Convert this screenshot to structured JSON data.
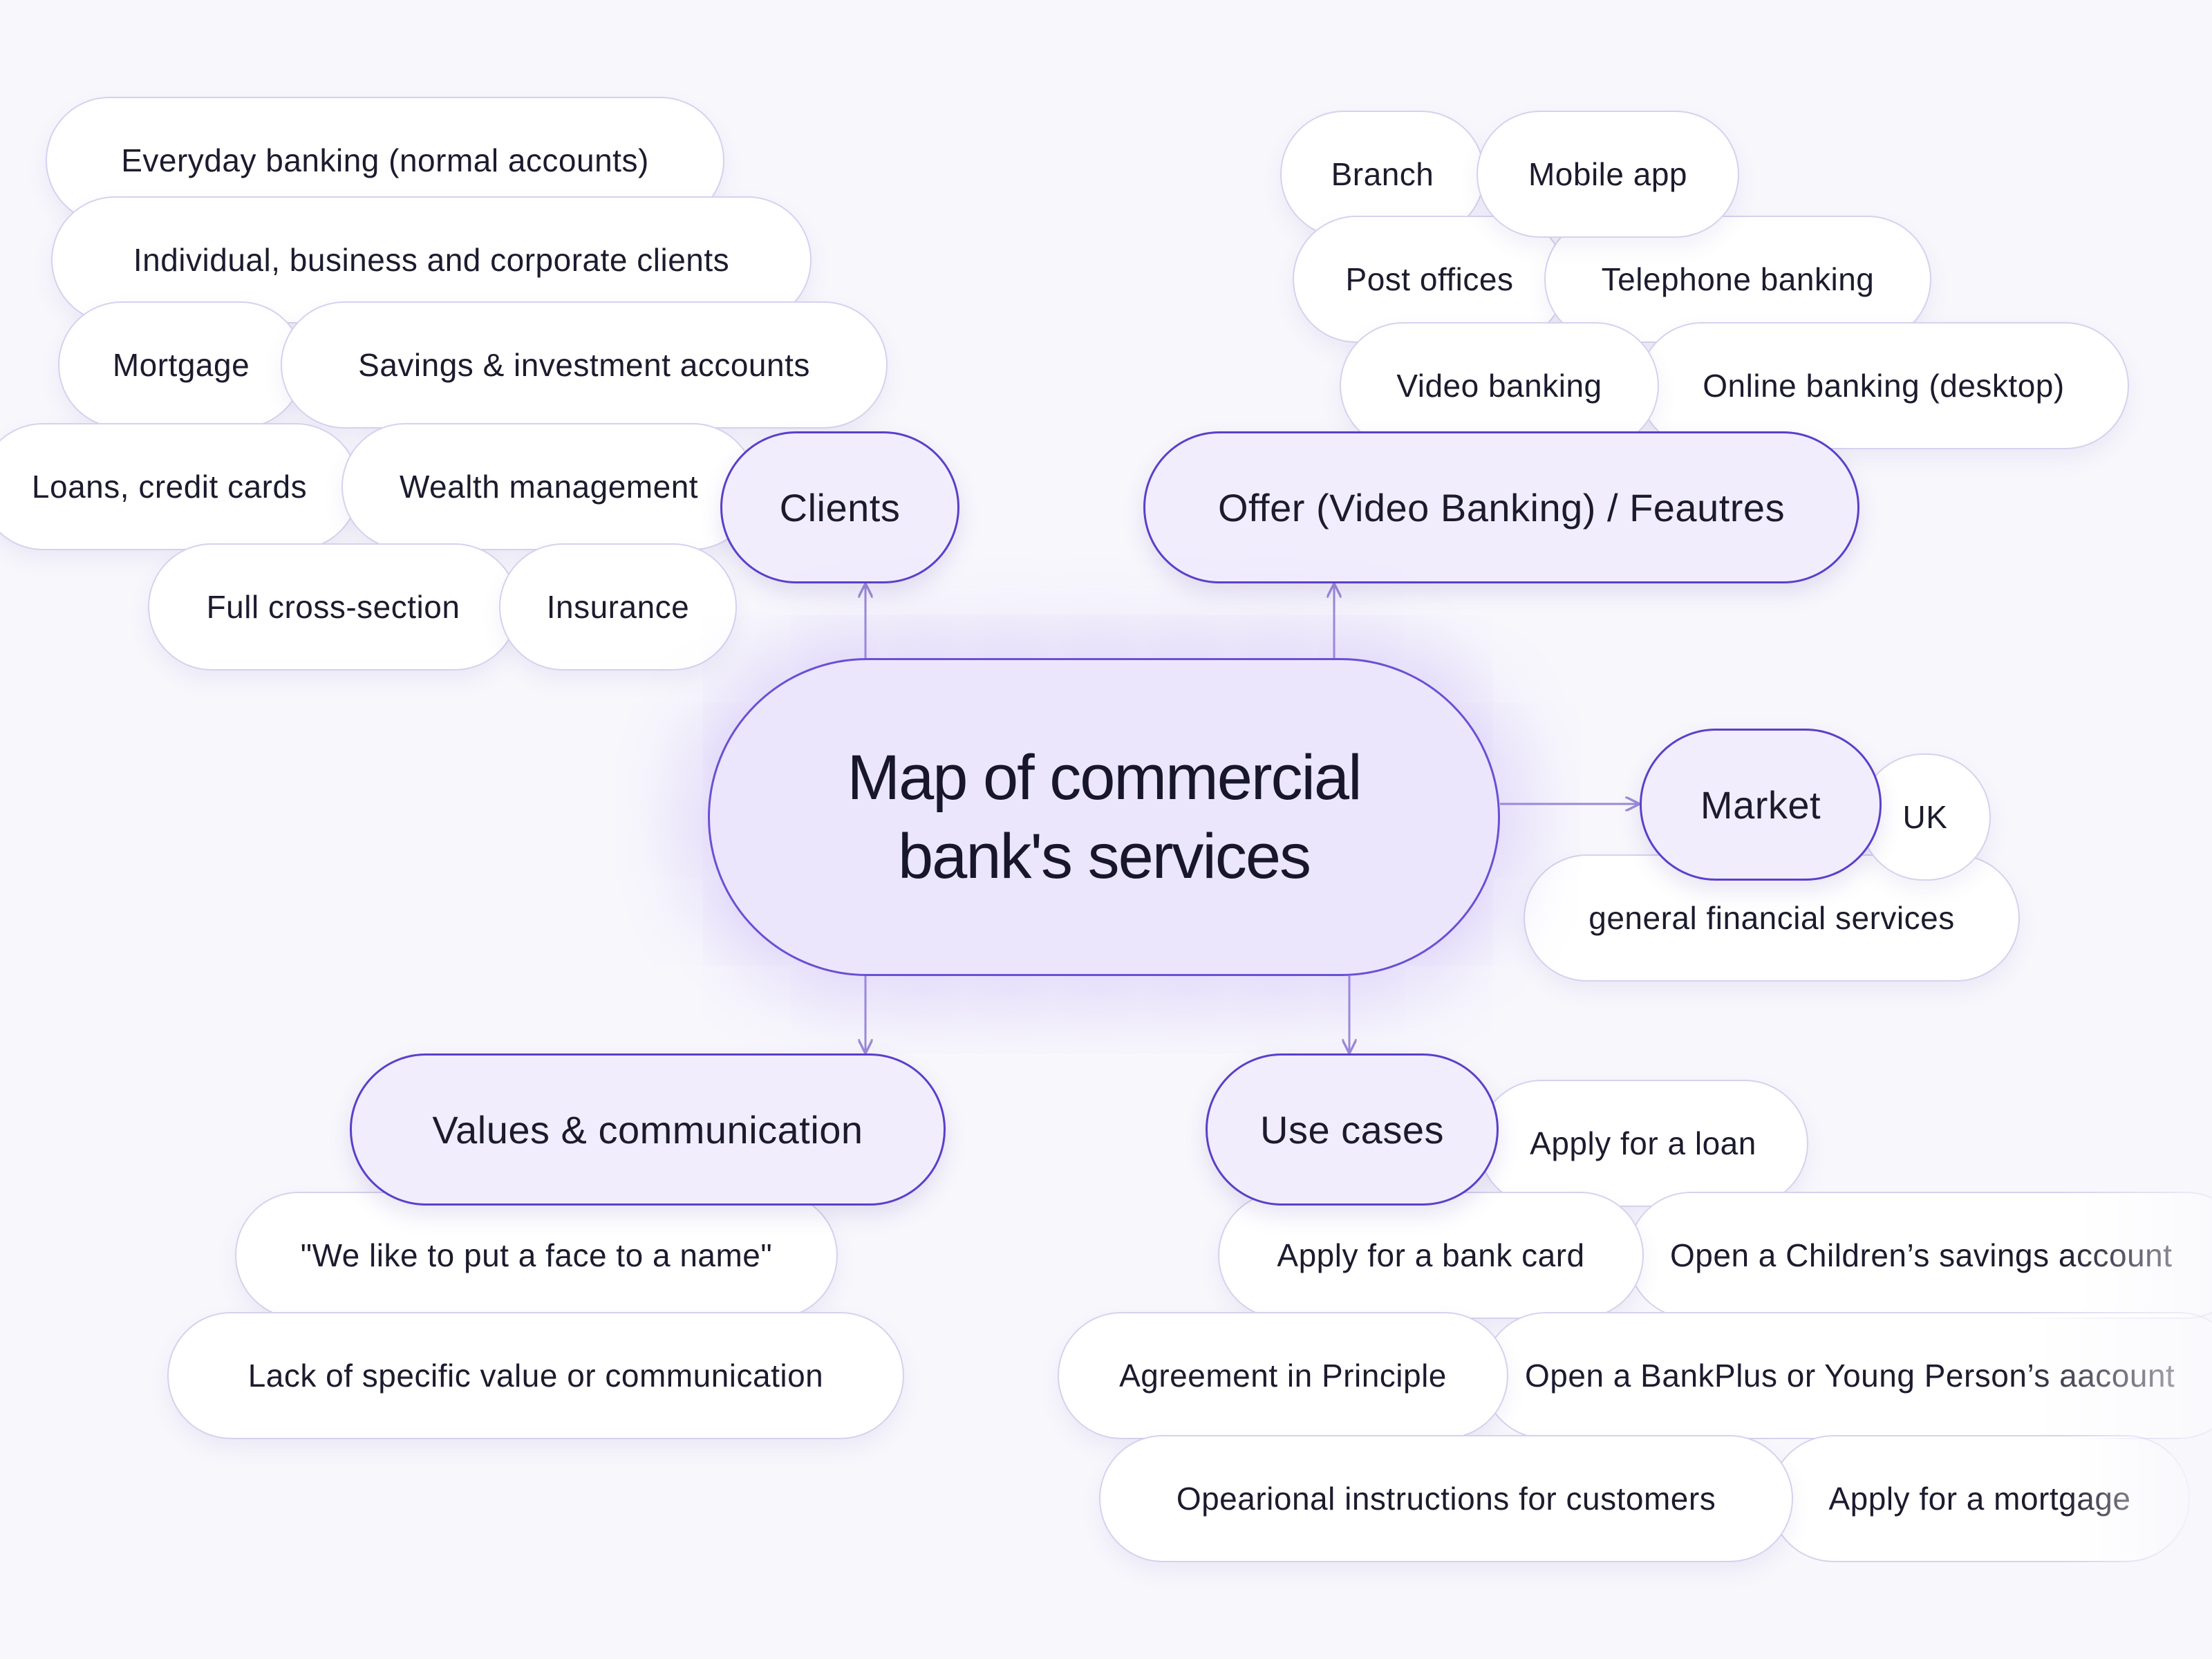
{
  "center_title": "Map of commercial bank's services",
  "colors": {
    "accent": "#5b3fc9",
    "pill_border": "#d6d1ef",
    "background": "#f8f7fc",
    "connector": "#9b8ad8"
  },
  "categories": {
    "clients": "Clients",
    "offer": "Offer (Video Banking) / Feautres",
    "market": "Market",
    "values": "Values & communication",
    "use_cases": "Use cases"
  },
  "clients_items": {
    "everyday": "Everyday banking (normal accounts)",
    "individual": "Individual, business and corporate clients",
    "mortgage": "Mortgage",
    "savings": "Savings & investment accounts",
    "loans": "Loans, credit cards",
    "wealth": "Wealth management",
    "cross_section": "Full cross-section",
    "insurance": "Insurance"
  },
  "offer_items": {
    "branch": "Branch",
    "mobile_app": "Mobile app",
    "post_offices": "Post offices",
    "telephone": "Telephone banking",
    "video": "Video banking",
    "online": "Online banking (desktop)"
  },
  "market_items": {
    "uk": "UK",
    "general": "general financial services"
  },
  "values_items": {
    "face_quote": "\"We like to put a face to a name\"",
    "lack": "Lack of specific value or communication"
  },
  "use_case_items": {
    "loan": "Apply for a loan",
    "bank_card": "Apply for a bank card",
    "childrens": "Open a Children’s savings account",
    "agreement": "Agreement in Principle",
    "bankplus": "Open a BankPlus or Young Person’s aacount",
    "instructions": "Opearional instructions for customers",
    "mortgage": "Apply for a mortgage"
  }
}
